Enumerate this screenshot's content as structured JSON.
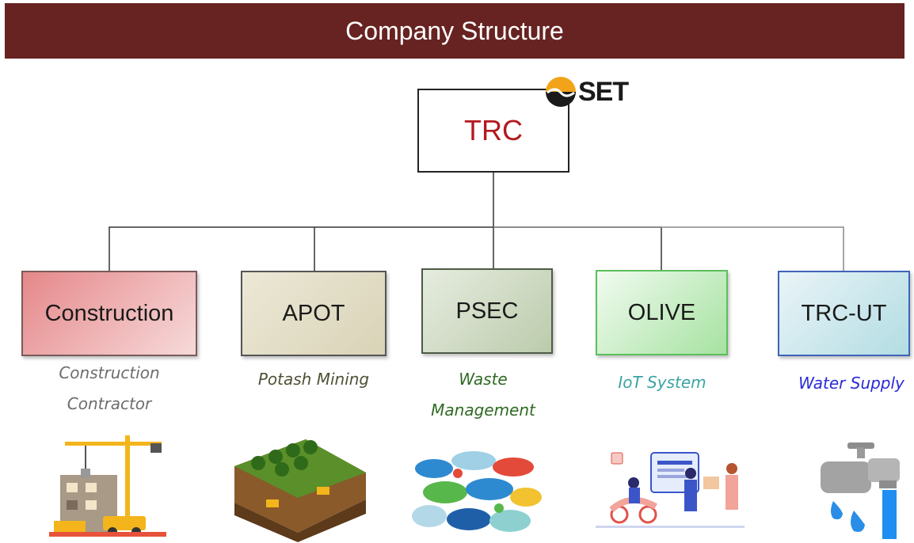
{
  "header": {
    "title": "Company Structure"
  },
  "root": {
    "label": "TRC",
    "color": "#b3191f",
    "badge": {
      "text": "SET"
    }
  },
  "colors": {
    "banner": "#672321",
    "connector": "#333333"
  },
  "subsidiaries": [
    {
      "label": "Construction",
      "desc": [
        "Construction",
        "Contractor"
      ],
      "desc_color": "#6d6d6d",
      "fill_from": "#e5888a",
      "fill_to": "#f7dada",
      "border": "#7a5a5a",
      "illustration": "construction-crane-illustration"
    },
    {
      "label": "APOT",
      "desc": [
        "Potash Mining"
      ],
      "desc_color": "#4f5135",
      "fill_from": "#ece8d6",
      "fill_to": "#d9d3b7",
      "border": "#555555",
      "illustration": "mining-terrain-illustration"
    },
    {
      "label": "PSEC",
      "desc": [
        "Waste",
        "Management"
      ],
      "desc_color": "#2f6a24",
      "fill_from": "#e6ecdf",
      "fill_to": "#bccbac",
      "border": "#4d5c45",
      "illustration": "plastic-bottles-illustration"
    },
    {
      "label": "OLIVE",
      "desc": [
        "IoT System"
      ],
      "desc_color": "#3aa4a4",
      "fill_from": "#f1fbf0",
      "fill_to": "#a6e2a1",
      "border": "#5cbf5c",
      "illustration": "iot-delivery-illustration"
    },
    {
      "label": "TRC-UT",
      "desc": [
        "Water Supply"
      ],
      "desc_color": "#2a2ad6",
      "fill_from": "#eaf4f8",
      "fill_to": "#b2dde3",
      "border": "#3d64b8",
      "illustration": "water-tap-illustration"
    }
  ]
}
